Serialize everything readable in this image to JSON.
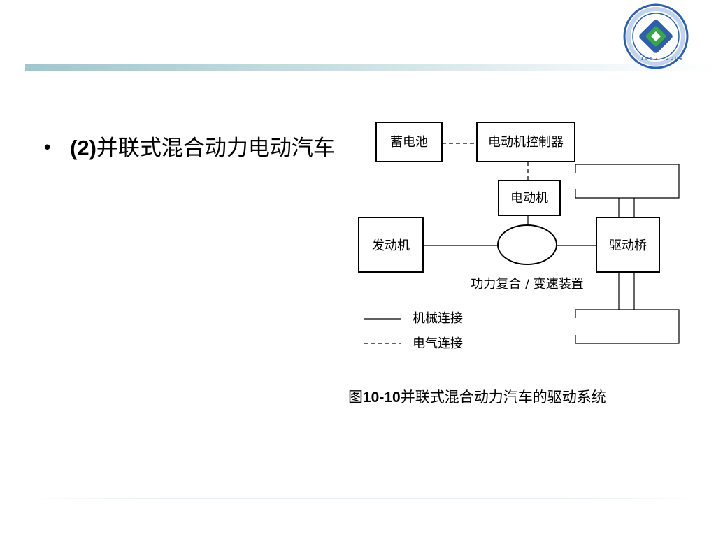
{
  "bullet": {
    "marker": "•",
    "number_label": "(2)",
    "text": "并联式混合动力电动汽车"
  },
  "diagram": {
    "battery": "蓄电池",
    "motor_controller": "电动机控制器",
    "motor": "电动机",
    "engine": "发动机",
    "drive_axle": "驱动桥",
    "power_coupler": "功力复合 / 变速装置",
    "legend": {
      "mechanical": "机械连接",
      "electrical": "电气连接"
    }
  },
  "caption": {
    "prefix": "图",
    "figure_number": "10-10",
    "title": "并联式混合动力汽车的驱动系统"
  },
  "colors": {
    "accent_rule": "#9fc7cc",
    "logo_blue": "#2f5fa8",
    "logo_green": "#3aa64a"
  }
}
